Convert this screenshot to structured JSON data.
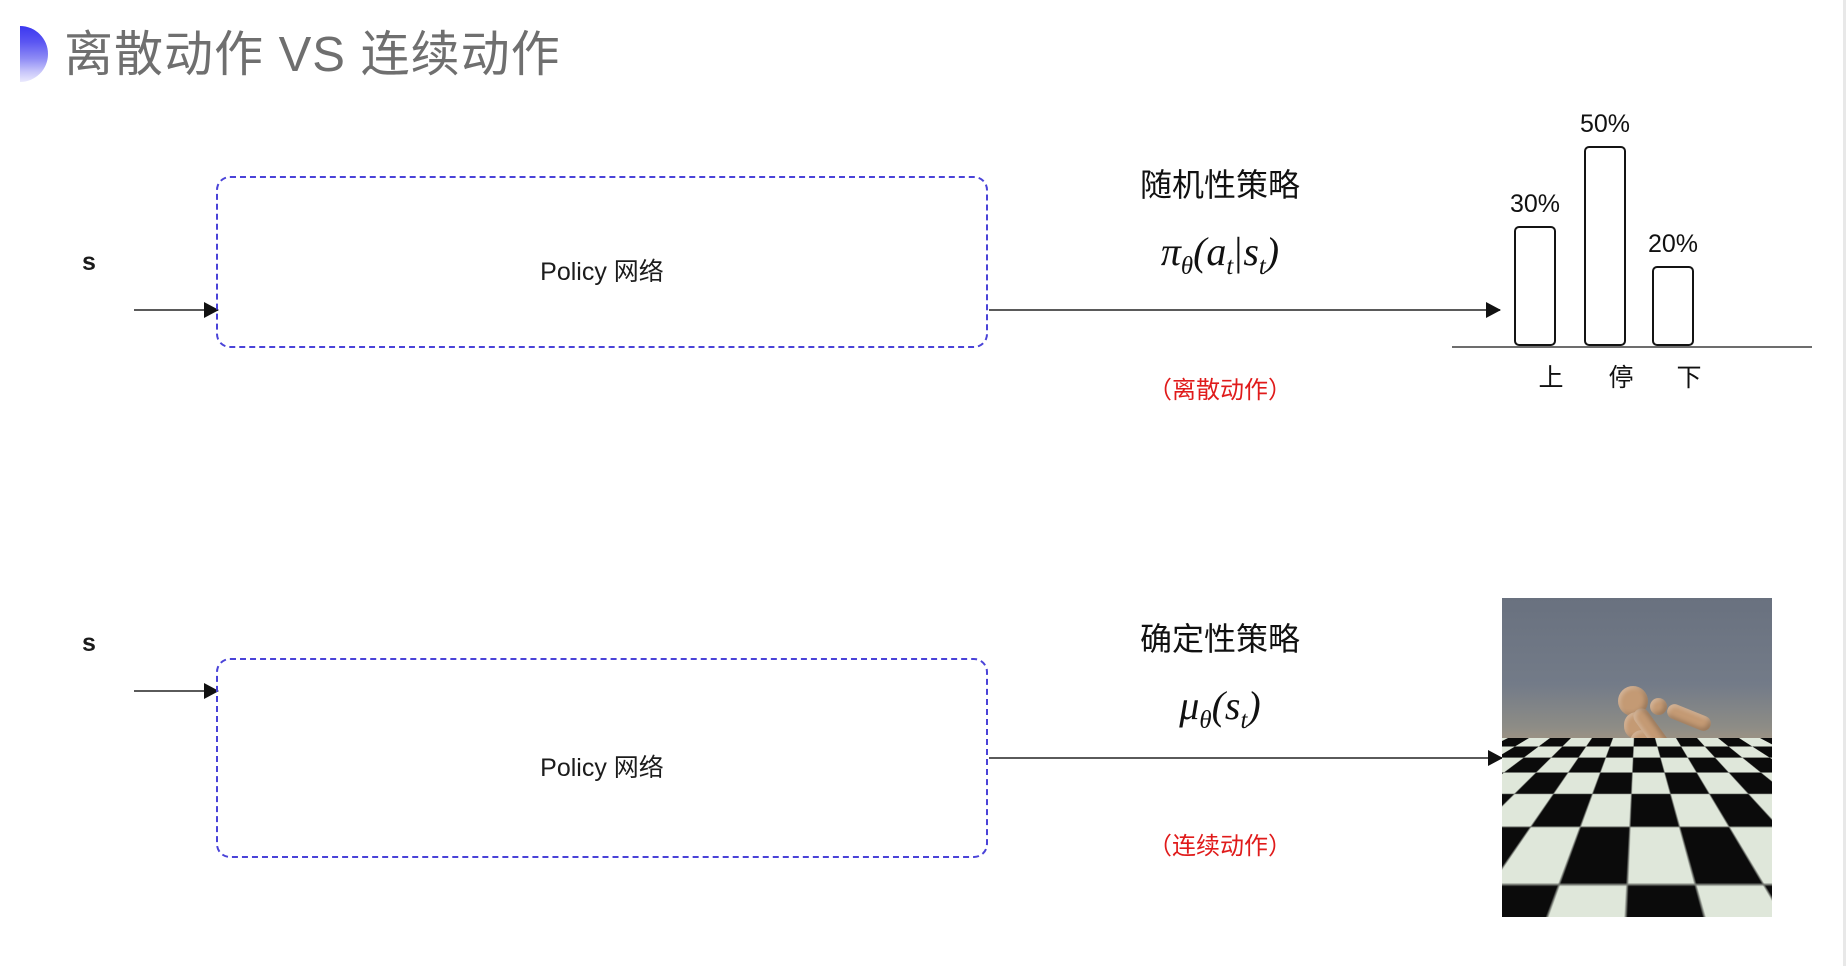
{
  "slide": {
    "title": "离散动作 VS 连续动作",
    "accent_color": "#4A43D8",
    "title_color": "#6F6F6F",
    "highlight_color": "#E01B1B"
  },
  "rows": [
    {
      "id": "discrete",
      "state_label": "s",
      "box_label": "Policy 网络",
      "policy_caption": "随机性策略",
      "formula_main": "π",
      "formula_sub_theta": "θ",
      "formula_args_open": "(",
      "formula_arg_a": "a",
      "formula_sub_t1": "t",
      "formula_bar": "|",
      "formula_arg_s": "s",
      "formula_sub_t2": "t",
      "formula_args_close": ")",
      "action_type": "（离散动作）"
    },
    {
      "id": "continuous",
      "state_label": "s",
      "box_label": "Policy 网络",
      "policy_caption": "确定性策略",
      "formula_main": "μ",
      "formula_sub_theta": "θ",
      "formula_args_open": "(",
      "formula_arg_s": "s",
      "formula_sub_t1": "t",
      "formula_args_close": ")",
      "action_type": "（连续动作）"
    }
  ],
  "chart_data": {
    "type": "bar",
    "title": "",
    "categories": [
      "上",
      "停",
      "下"
    ],
    "values": [
      30,
      50,
      20
    ],
    "value_labels": [
      "30%",
      "50%",
      "20%"
    ],
    "xlabel": "",
    "ylabel": "",
    "ylim": [
      0,
      60
    ],
    "grid": false,
    "legend": "none",
    "bar_fill": "#ffffff",
    "bar_stroke": "#141414"
  },
  "humanoid": {
    "caption": "",
    "scene": "humanoid-simulation",
    "sky_color": "#6e7886",
    "floor_colors": [
      "#dfe7da",
      "#0b0b0b"
    ],
    "body_color": "#c49a74"
  }
}
